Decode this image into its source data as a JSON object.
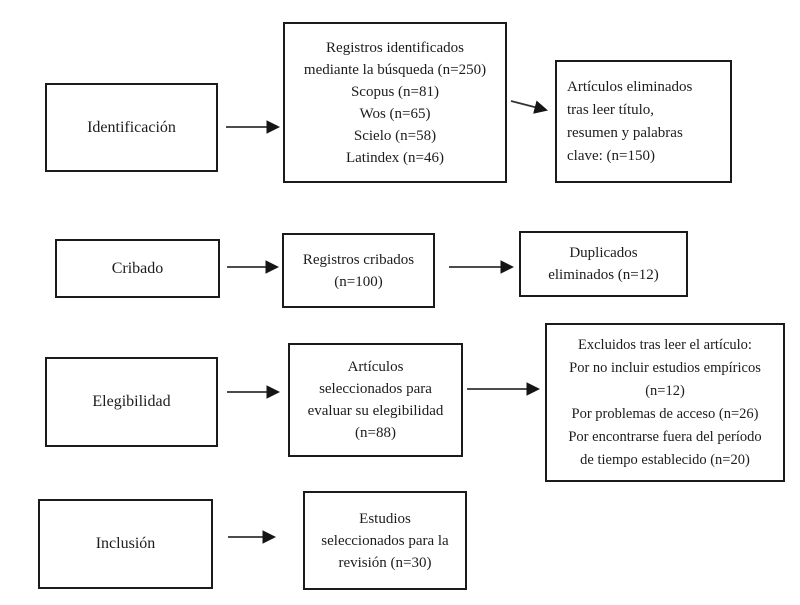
{
  "diagram": {
    "type": "prisma-flowchart",
    "colors": {
      "background": "#ffffff",
      "border": "#1b1b1b",
      "text": "#1c1c1c",
      "arrow": "#333333"
    },
    "stages": [
      {
        "label": "Identificación",
        "main": "Registros identificados\nmediante la búsqueda (n=250)\nScopus (n=81)\nWos (n=65)\nScielo (n=58)\nLatindex (n=46)",
        "side": "Artículos eliminados\ntras leer título,\nresumen y palabras\nclave: (n=150)"
      },
      {
        "label": "Cribado",
        "main": "Registros cribados\n(n=100)",
        "side": "Duplicados\neliminados (n=12)"
      },
      {
        "label": "Elegibilidad",
        "main": "Artículos\nseleccionados para\nevaluar su elegibilidad\n(n=88)",
        "side": "Excluidos tras leer el artículo:\nPor no incluir estudios empíricos\n(n=12)\nPor problemas de acceso (n=26)\nPor encontrarse fuera del período\nde tiempo establecido (n=20)"
      },
      {
        "label": "Inclusión",
        "main": "Estudios\nseleccionados para la\nrevisión (n=30)"
      }
    ]
  }
}
